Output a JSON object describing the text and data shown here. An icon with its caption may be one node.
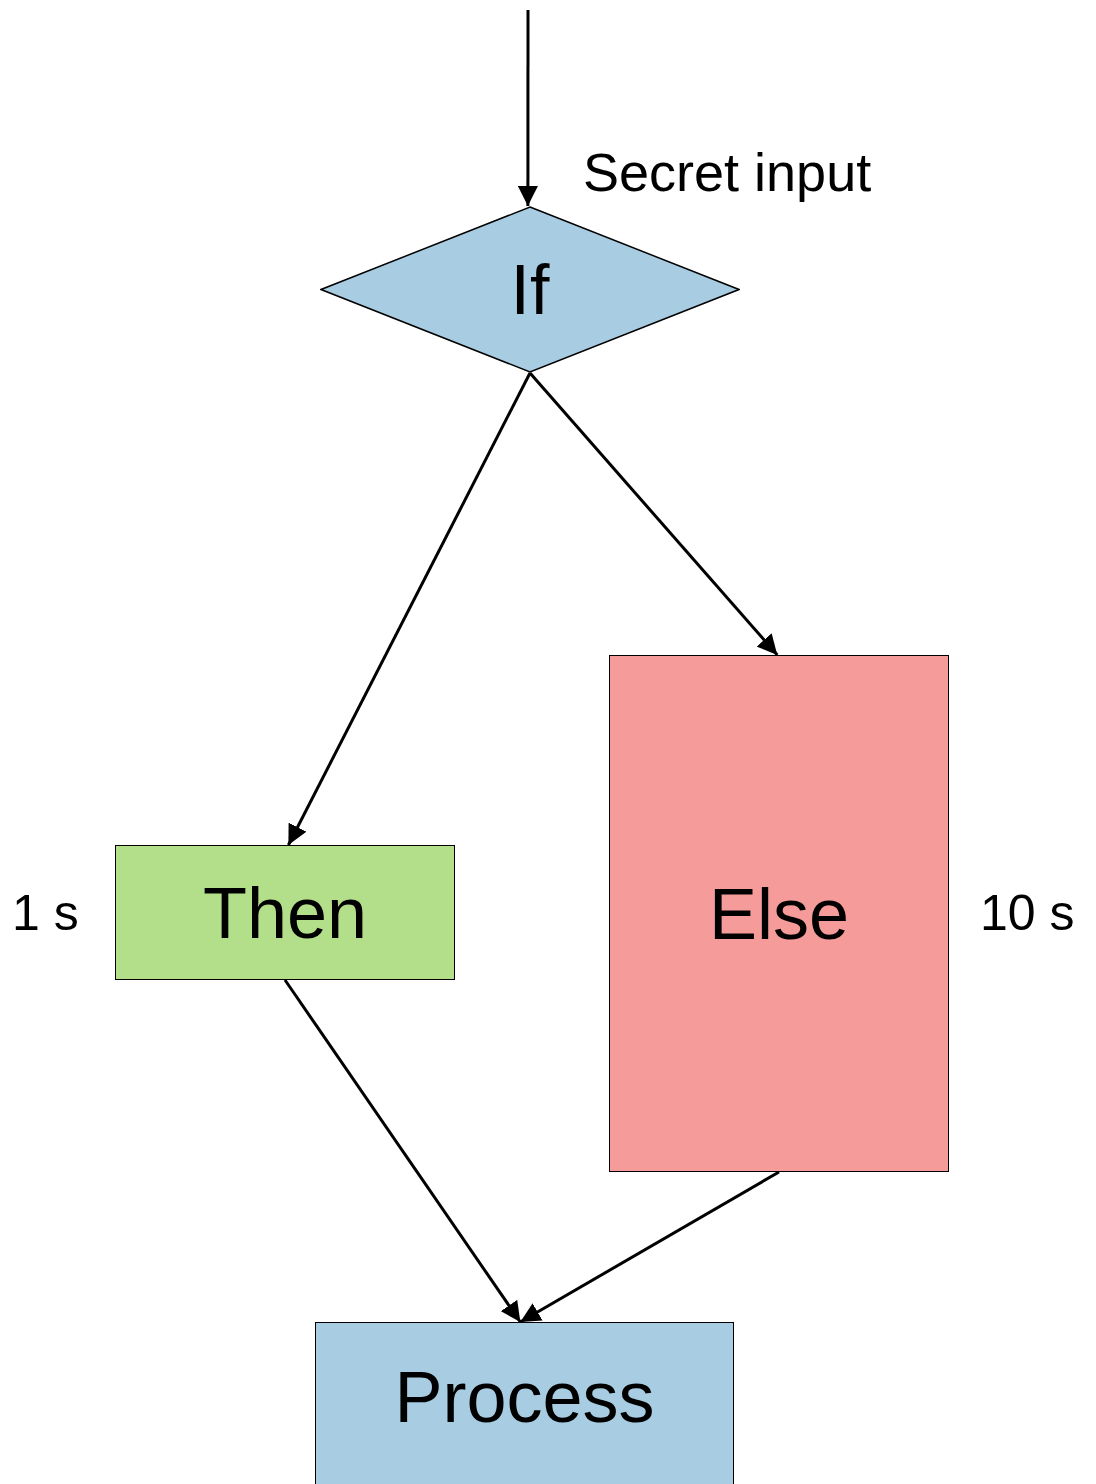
{
  "diagram": {
    "nodes": [
      {
        "text": [
          "If"
        ]
      },
      {
        "text": [
          "Then"
        ],
        "beside": [
          "1 s"
        ]
      },
      {
        "text": [
          "Else"
        ],
        "beside": [
          "10 s"
        ]
      },
      {
        "text": [
          "Process"
        ]
      }
    ],
    "edges": [
      {
        "from": null,
        "to": 0,
        "arrow": "to",
        "label": "Secret input"
      },
      {
        "from": 0,
        "to": 1,
        "arrow": "to"
      },
      {
        "from": 0,
        "to": 2,
        "arrow": "to"
      },
      {
        "from": 1,
        "to": 3,
        "arrow": "to"
      },
      {
        "from": 2,
        "to": 3,
        "arrow": "to"
      }
    ]
  }
}
